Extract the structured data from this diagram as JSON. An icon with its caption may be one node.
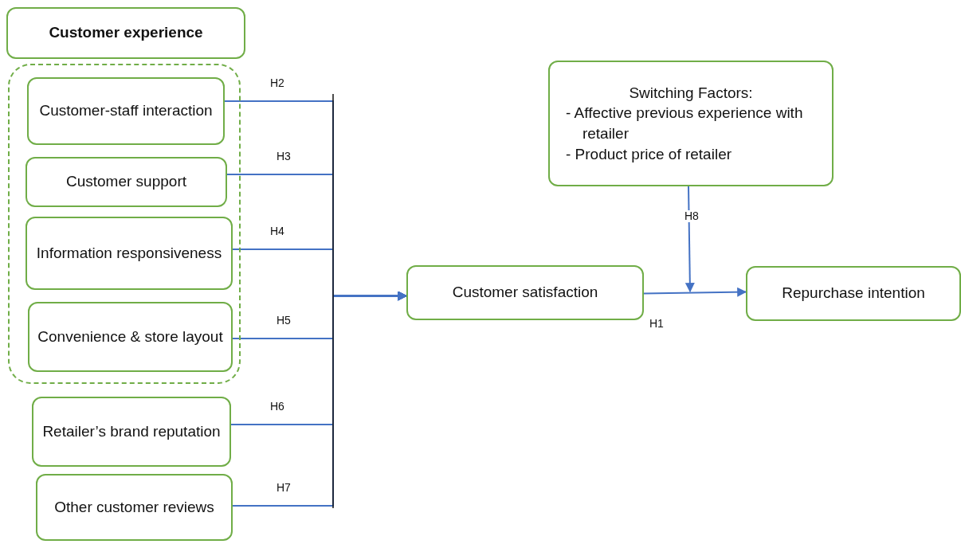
{
  "diagram": {
    "nodes": [
      {
        "text": [
          "Customer experience"
        ]
      },
      {
        "text": [],
        "shape": "box"
      },
      {
        "text": [
          "Customer-staff interaction"
        ],
        "in": 1
      },
      {
        "text": [
          "Customer support"
        ],
        "in": 1
      },
      {
        "text": [
          "Information responsiveness"
        ],
        "in": 1
      },
      {
        "text": [
          "Convenience & store layout"
        ],
        "in": 1
      },
      {
        "text": [
          "Retailer’s brand reputation"
        ]
      },
      {
        "text": [
          "Other customer reviews"
        ]
      },
      {
        "text": [
          "Customer satisfaction"
        ]
      },
      {
        "text": [
          "Switching Factors:",
          "- Affective previous experience with retailer",
          "- Product price of retailer"
        ]
      },
      {
        "text": [
          "Repurchase intention"
        ]
      }
    ],
    "edges": [
      {
        "from": 2,
        "to": 8,
        "arrow": "to",
        "label": "H2"
      },
      {
        "from": 3,
        "to": 8,
        "arrow": "to",
        "label": "H3"
      },
      {
        "from": 4,
        "to": 8,
        "arrow": "to",
        "label": "H4"
      },
      {
        "from": 5,
        "to": 8,
        "arrow": "to",
        "label": "H5"
      },
      {
        "from": 6,
        "to": 8,
        "arrow": "to",
        "label": "H6"
      },
      {
        "from": 7,
        "to": 8,
        "arrow": "to",
        "label": "H7"
      },
      {
        "from": 8,
        "to": 10,
        "arrow": "to",
        "label": "H1"
      },
      {
        "from": 9,
        "to": null,
        "arrow": "to",
        "label": "H8"
      }
    ]
  }
}
